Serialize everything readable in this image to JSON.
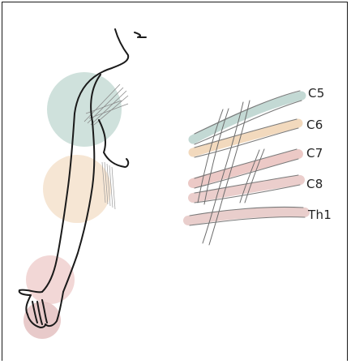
{
  "roots": {
    "c5": "C5",
    "c6": "C6",
    "c7": "C7",
    "c8": "C8",
    "th1": "Th1"
  },
  "colors": {
    "c5": "#b9d2cd",
    "c6": "#f0d2b2",
    "c7": "#e9c0bc",
    "c8": "#e8c6c3",
    "th1": "#e5c6c3",
    "outline": "#1a1a1a"
  }
}
